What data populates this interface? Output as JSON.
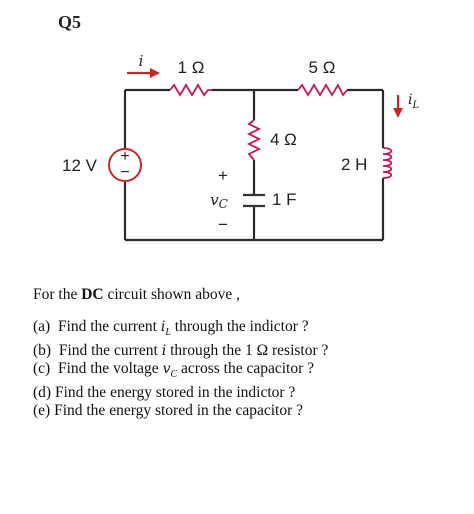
{
  "question_label": "Q5",
  "circuit": {
    "source_voltage": "12 V",
    "source_plus": "+",
    "source_minus": "−",
    "r1": "1 Ω",
    "r5": "5 Ω",
    "r4": "4 Ω",
    "inductor": "2 H",
    "capacitor": "1 F",
    "current_i": "i",
    "current_iL": "i",
    "current_iL_sub": "L",
    "vc_plus": "+",
    "vc_minus": "−",
    "vc_v": "v",
    "vc_sub": "C",
    "colors": {
      "resistor": "#c2185b",
      "arrow": "#c62828",
      "wire": "#2b2b2b"
    }
  },
  "intro": {
    "before": "For the ",
    "bold": "DC",
    "after": " circuit shown above ,"
  },
  "questions": [
    {
      "label": "(a)",
      "before": "Find the current ",
      "var": "i",
      "sub": "L",
      "after": " through the indictor  ?"
    },
    {
      "label": "(b)",
      "before": "Find the current ",
      "var": "i",
      "sub": "",
      "after": " through the 1 Ω resistor  ?"
    },
    {
      "label": "(c)",
      "before": "Find the voltage ",
      "var": "v",
      "sub": "C",
      "after": " across the capacitor ?"
    },
    {
      "label": "(d)",
      "before": "Find the  energy stored in the indictor ?",
      "var": "",
      "sub": "",
      "after": ""
    },
    {
      "label": "(e)",
      "before": "Find the  energy stored in the capacitor ?",
      "var": "",
      "sub": "",
      "after": ""
    }
  ]
}
